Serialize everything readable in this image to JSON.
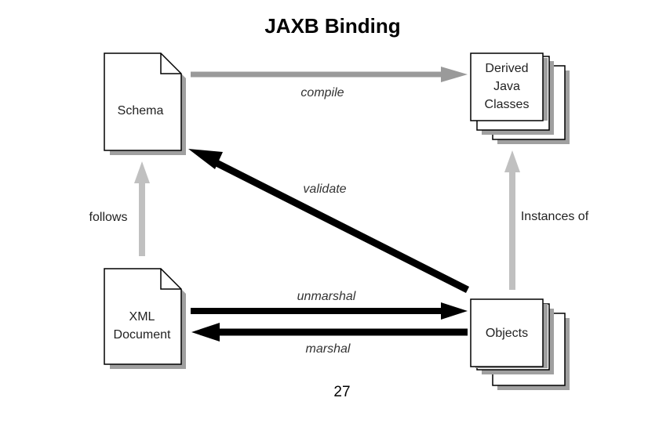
{
  "page": {
    "title": "JAXB Binding",
    "page_number": "27"
  },
  "diagram": {
    "nodes": {
      "schema": "Schema",
      "derived_line1": "Derived",
      "derived_line2": "Java",
      "derived_line3": "Classes",
      "xml_line1": "XML",
      "xml_line2": "Document",
      "objects": "Objects"
    },
    "edges": {
      "compile": "compile",
      "validate": "validate",
      "follows": "follows",
      "instances_of": "Instances of",
      "unmarshal": "unmarshal",
      "marshal": "marshal"
    },
    "colors": {
      "gray_arrow": "#9a9a9a",
      "black_arrow": "#000000",
      "shadow": "#9a9a9a"
    }
  }
}
